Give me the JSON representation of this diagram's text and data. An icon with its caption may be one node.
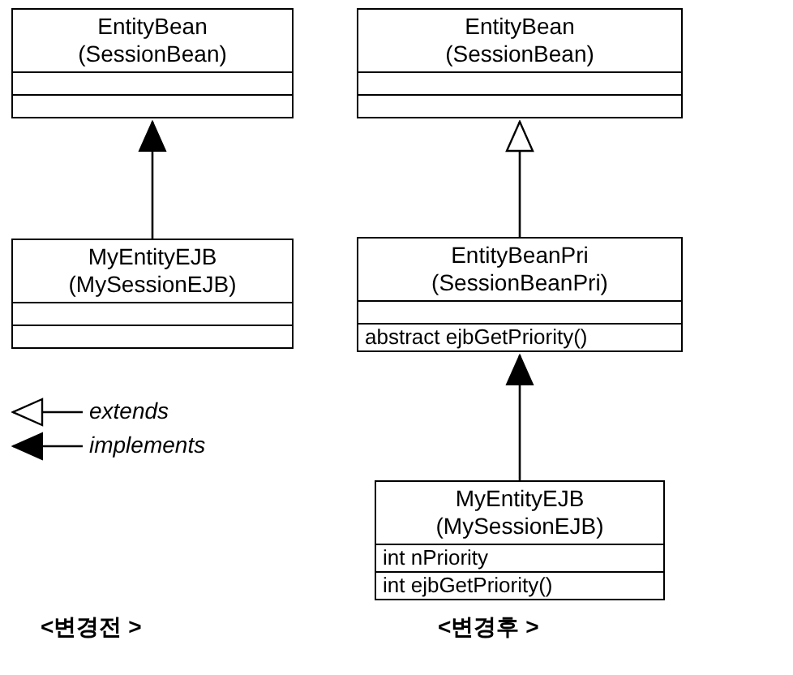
{
  "diagram": {
    "nodes": [
      {
        "text": [
          "EntityBean (SessionBean)"
        ]
      },
      {
        "text": [
          "MyEntityEJB (MySessionEJB)"
        ]
      },
      {
        "text": [
          "EntityBean (SessionBean)"
        ]
      },
      {
        "text": [
          "EntityBeanPri (SessionBeanPri)",
          "abstract ejbGetPriority()"
        ]
      },
      {
        "text": [
          "MyEntityEJB (MySessionEJB)",
          "int nPriority",
          "int ejbGetPriority()"
        ]
      }
    ],
    "edges": [
      {
        "from": 1,
        "to": 0,
        "arrow": "to"
      },
      {
        "from": 3,
        "to": 2,
        "arrow": "to"
      },
      {
        "from": 4,
        "to": 3,
        "arrow": "to"
      }
    ],
    "labels": [
      "<변경전 >",
      "<변경후 >"
    ],
    "legend": [
      {
        "text": "extends"
      },
      {
        "text": "implements"
      }
    ]
  }
}
